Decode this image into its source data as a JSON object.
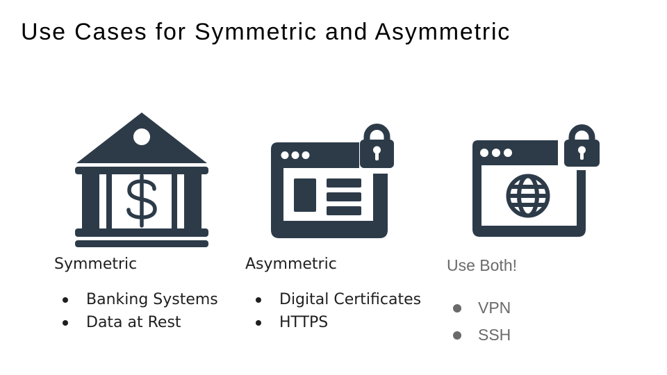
{
  "title": {
    "text": "Use Cases for Symmetric and Asymmetric"
  },
  "columns": [
    {
      "label": "Symmetric",
      "icon": "bank-dollar-icon",
      "bullets": [
        "Banking Systems",
        "Data at Rest"
      ]
    },
    {
      "label": "Asymmetric",
      "icon": "browser-lock-icon",
      "bullets": [
        "Digital Certificates",
        "HTTPS"
      ]
    },
    {
      "label": "Use Both!",
      "icon": "browser-globe-lock-icon",
      "bullets": [
        "VPN",
        "SSH"
      ]
    }
  ],
  "colors": {
    "icon_fill": "#2d3b49",
    "title_text": "#000000",
    "primary_text": "#1f1f1f",
    "muted_text": "#6a6a6a",
    "background": "#ffffff"
  }
}
